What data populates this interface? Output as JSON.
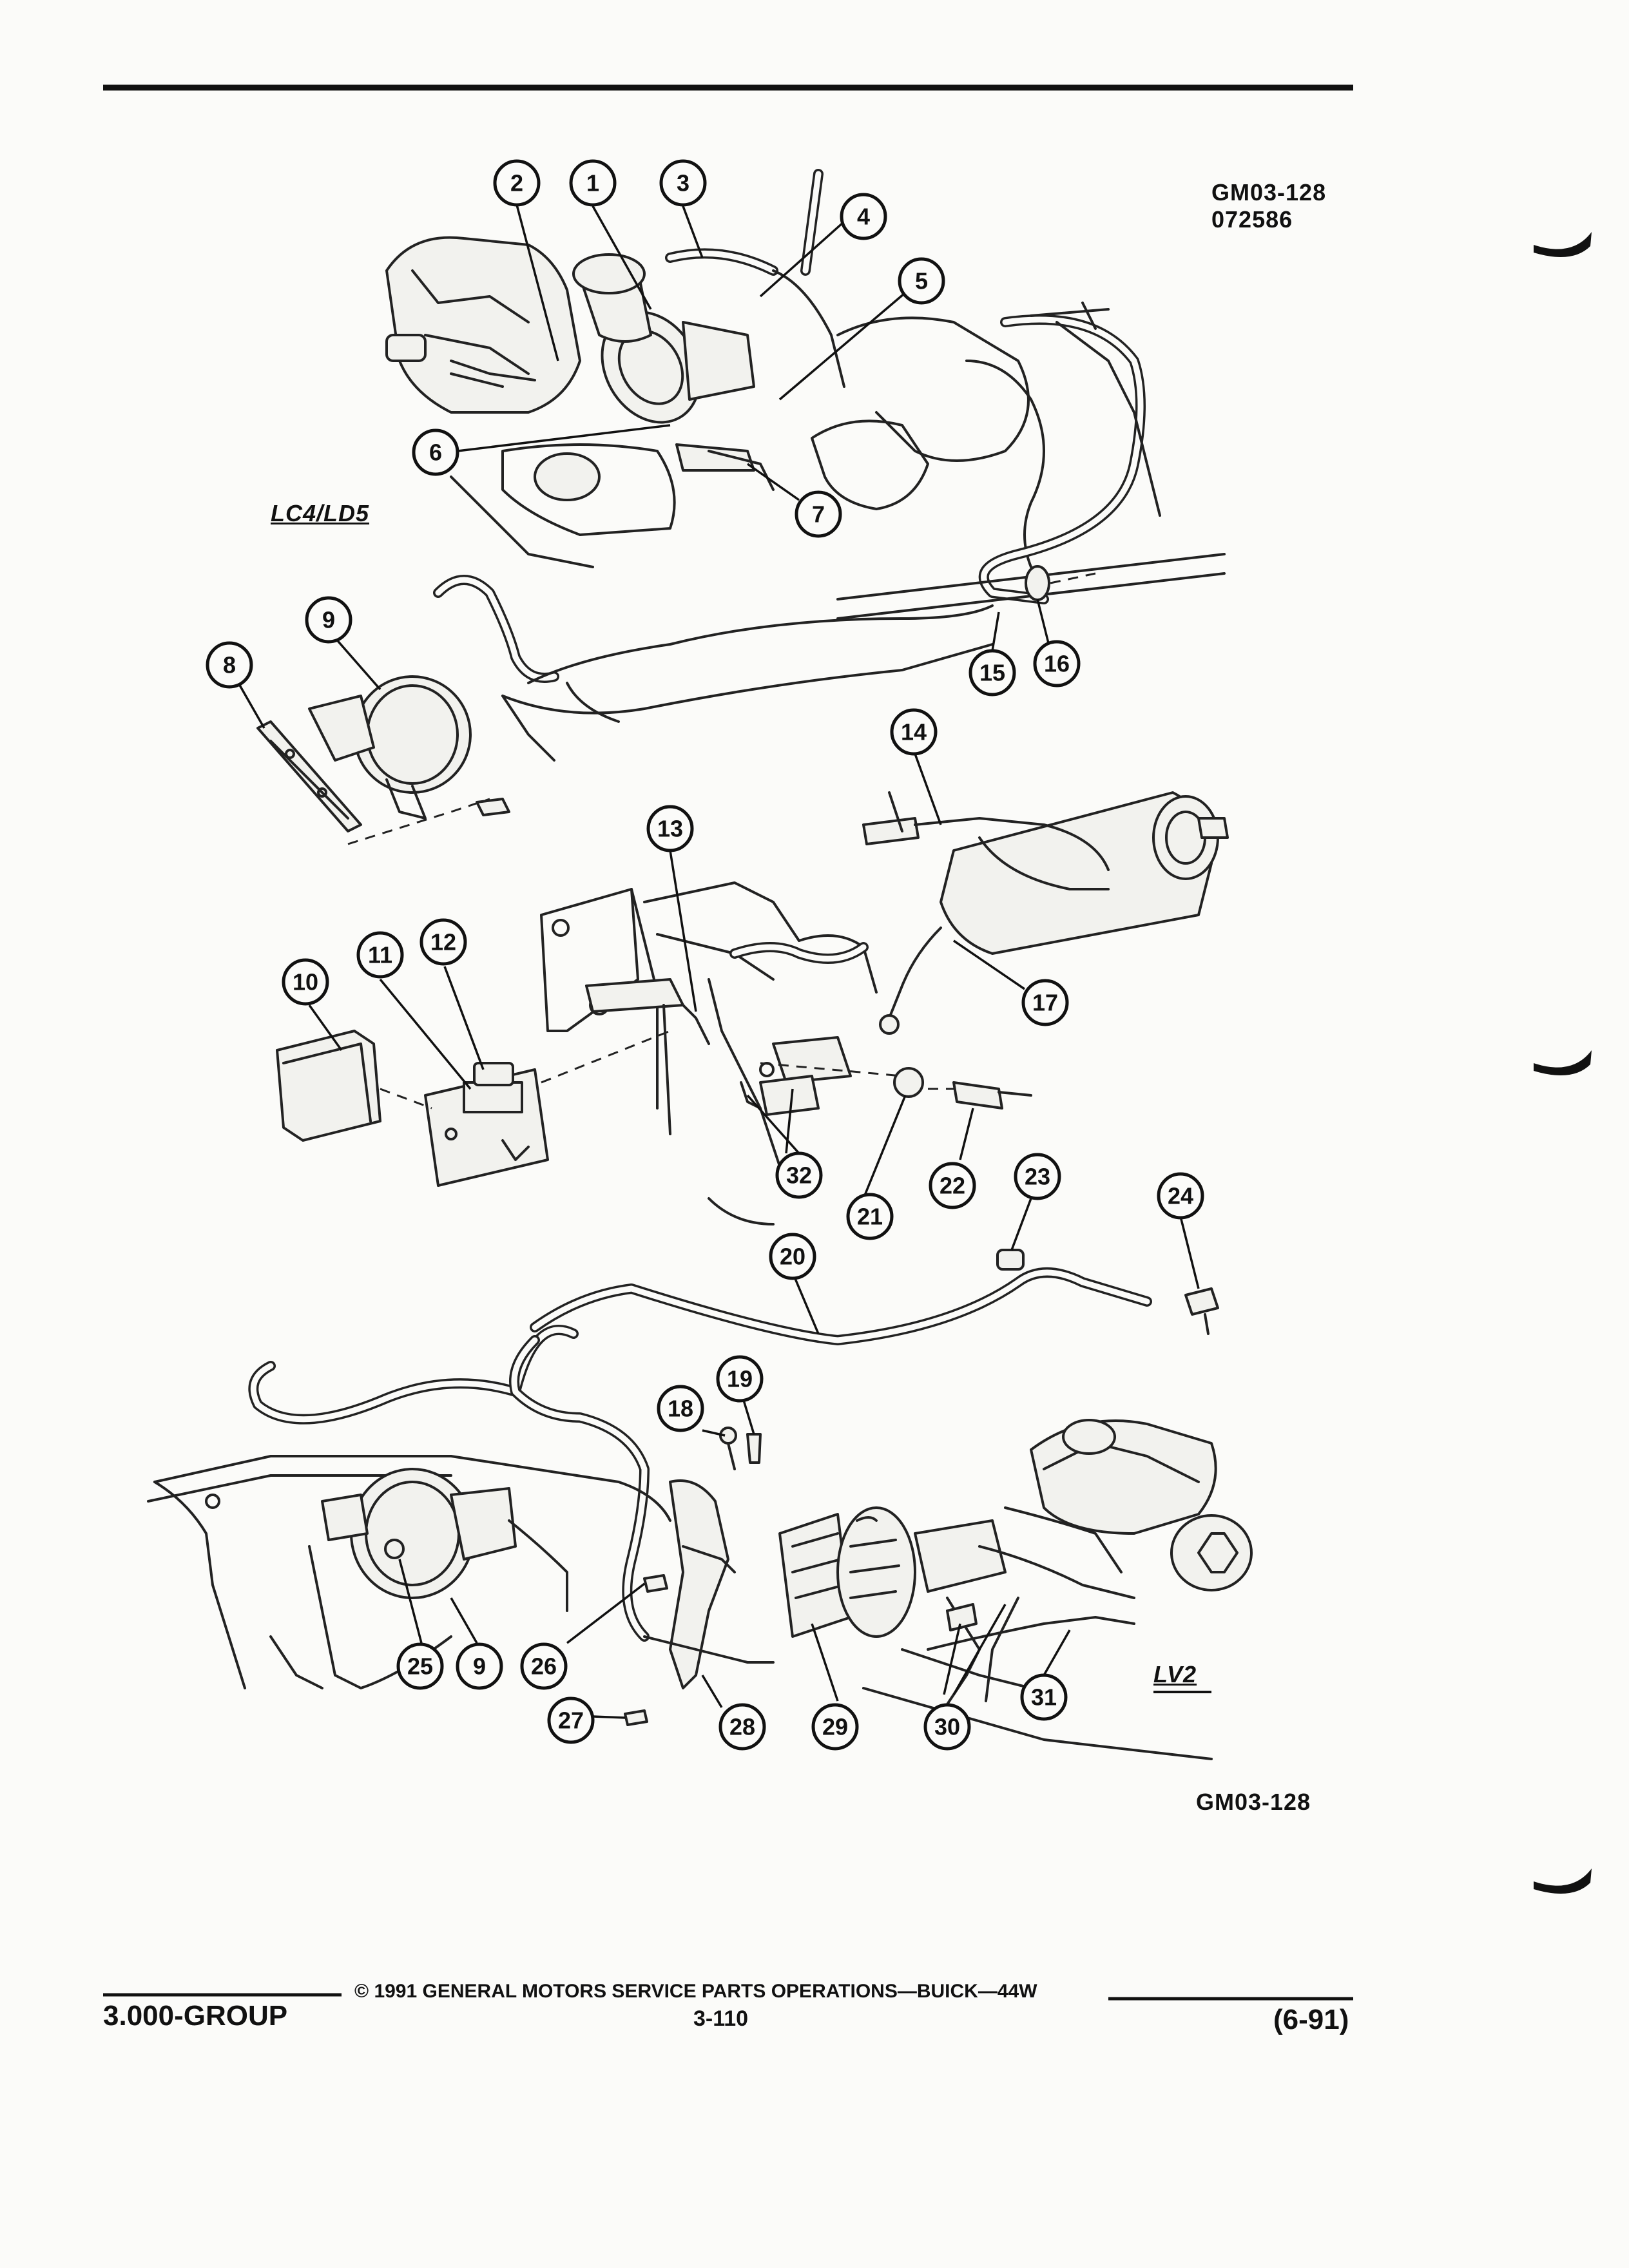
{
  "header": {
    "ref_code": "GM03-128",
    "ref_date": "072586"
  },
  "engine_variants": {
    "upper": "LC4/LD5",
    "lower": "LV2"
  },
  "figure_ref_bottom": "GM03-128",
  "callouts": {
    "c1": "1",
    "c2": "2",
    "c3": "3",
    "c4": "4",
    "c5": "5",
    "c6": "6",
    "c7": "7",
    "c8": "8",
    "c9a": "9",
    "c9b": "9",
    "c10": "10",
    "c11": "11",
    "c12": "12",
    "c13": "13",
    "c14": "14",
    "c15": "15",
    "c16": "16",
    "c17": "17",
    "c18": "18",
    "c19": "19",
    "c20": "20",
    "c21": "21",
    "c22": "22",
    "c23": "23",
    "c24": "24",
    "c25": "25",
    "c26": "26",
    "c27": "27",
    "c28": "28",
    "c29": "29",
    "c30": "30",
    "c31": "31",
    "c32": "32"
  },
  "footer": {
    "group": "3.000-GROUP",
    "copyright": "© 1991 GENERAL MOTORS SERVICE PARTS OPERATIONS—BUICK—44W",
    "page_number": "3-110",
    "revision": "(6-91)"
  }
}
